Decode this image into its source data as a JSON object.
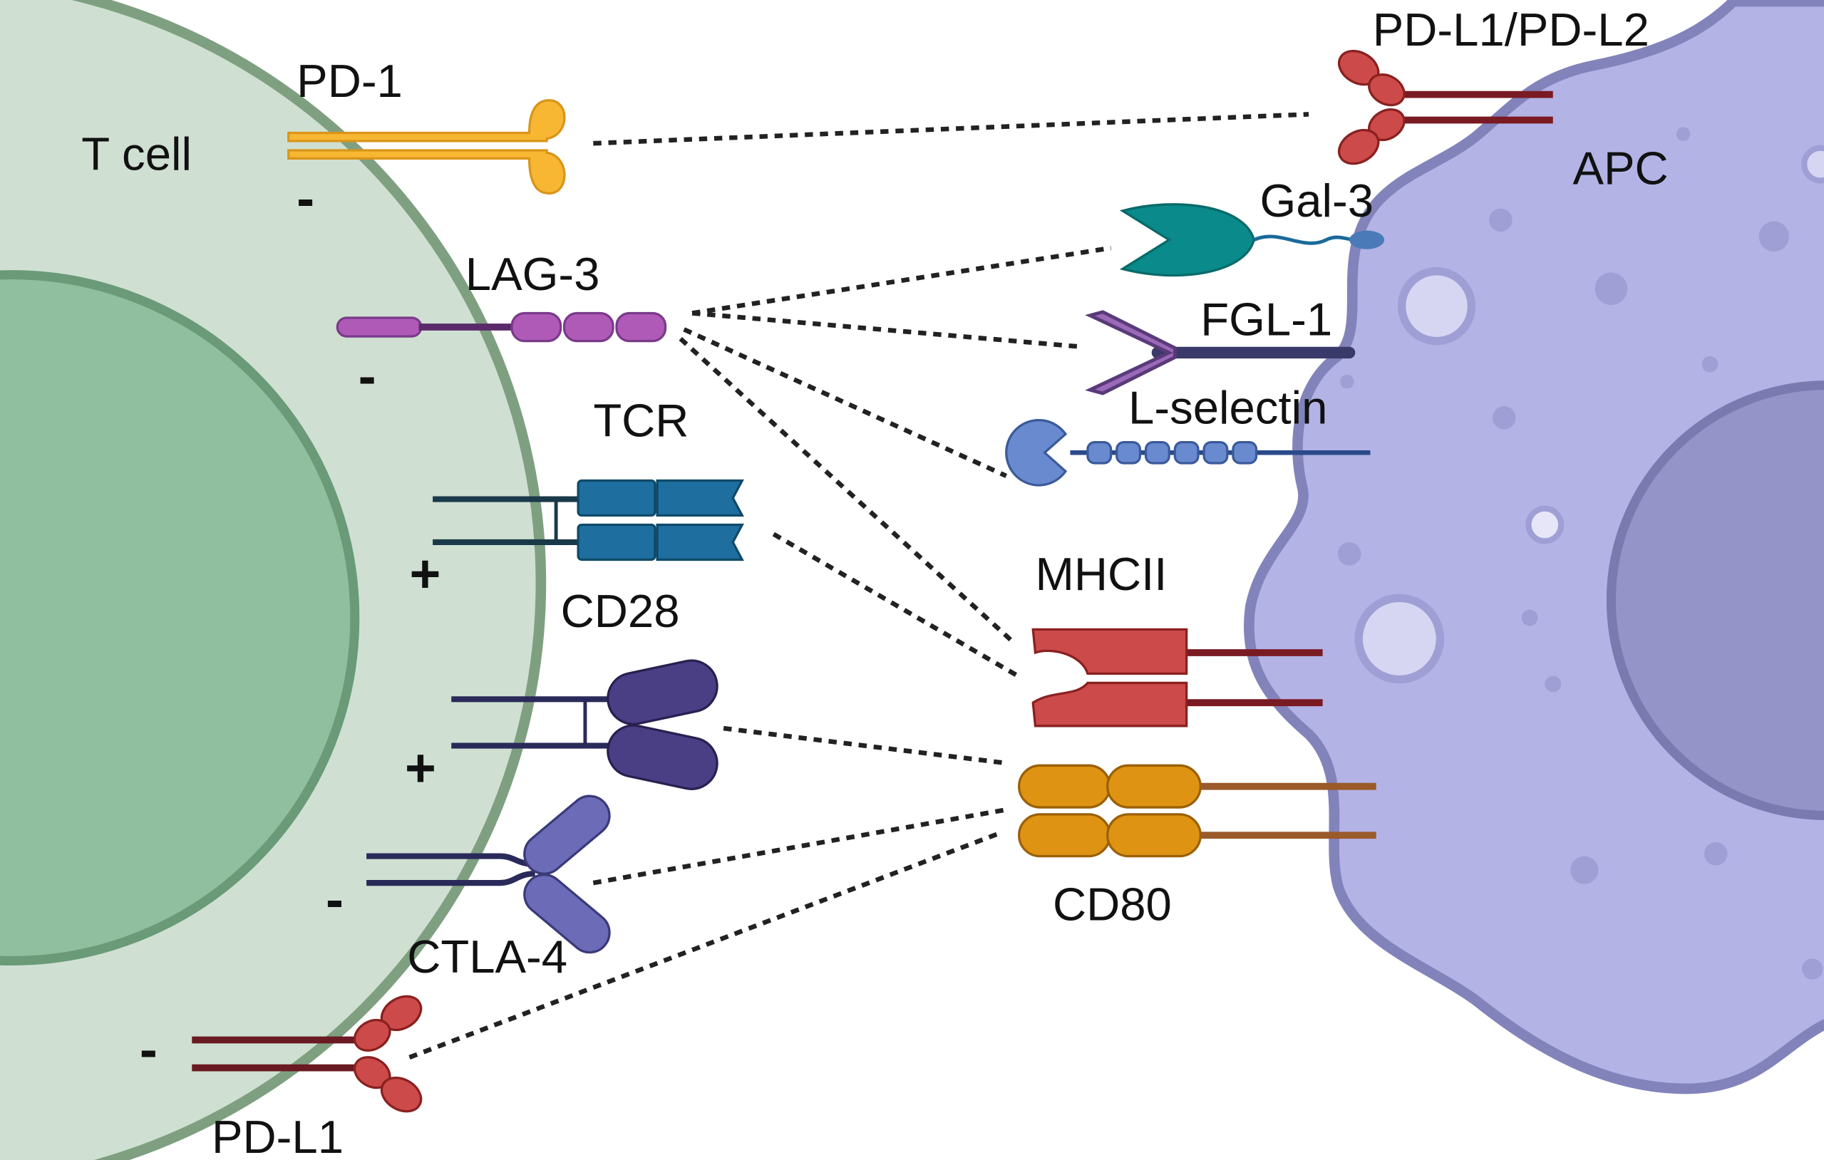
{
  "cells": {
    "t_cell": "T cell",
    "apc": "APC"
  },
  "molecules": {
    "pd1": "PD-1",
    "lag3": "LAG-3",
    "tcr": "TCR",
    "cd28": "CD28",
    "ctla4": "CTLA-4",
    "pdl1": "PD-L1",
    "pdl1_pdl2": "PD-L1/PD-L2",
    "gal3": "Gal-3",
    "fgl1": "FGL-1",
    "lselectin": "L-selectin",
    "mhcii": "MHCII",
    "cd80": "CD80"
  },
  "signs": {
    "pd1": "-",
    "lag3": "-",
    "tcr": "+",
    "cd28": "+",
    "ctla4": "-",
    "pdl1": "-"
  },
  "colors": {
    "t_cell": "#cfe0d2",
    "t_cell_nucleus": "#8fbf9f",
    "apc": "#b3b3e6",
    "apc_nucleus": "#9494c8",
    "pd1": "#f7b733",
    "lag3": "#b05ab8",
    "tcr": "#1e6f9f",
    "cd28": "#4a3f85",
    "ctla4": "#6b6bb8",
    "pdl1": "#cc4a4a",
    "gal3": "#0a8a8a",
    "fgl1": "#9a6ab8",
    "lselectin": "#6a8ad0",
    "mhcii": "#cc4a4a",
    "cd80": "#de9412"
  }
}
